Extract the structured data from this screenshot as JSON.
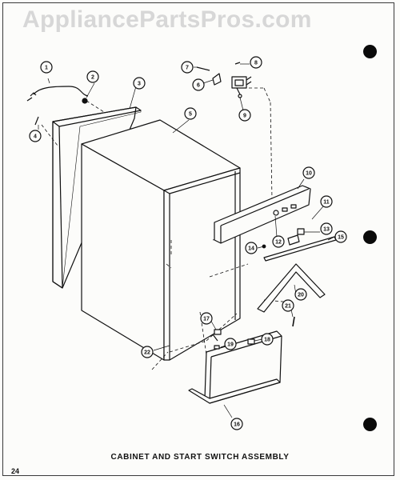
{
  "watermark": "AppliancePartsPros.com",
  "caption": "CABINET AND START SWITCH ASSEMBLY",
  "page_number": "24",
  "colors": {
    "line": "#111111",
    "paper": "#fcfcfa",
    "watermark": "#d7d7d7"
  },
  "callouts": [
    "1",
    "2",
    "3",
    "4",
    "5",
    "6",
    "7",
    "8",
    "9",
    "10",
    "11",
    "12",
    "13",
    "14",
    "15",
    "16",
    "17",
    "18",
    "19",
    "20",
    "21",
    "22"
  ]
}
